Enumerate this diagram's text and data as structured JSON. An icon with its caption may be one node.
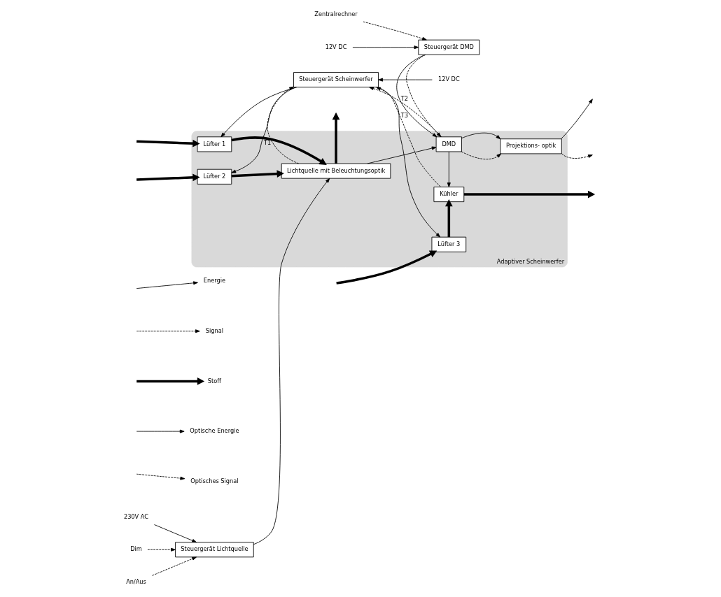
{
  "diagram": {
    "nodes": [
      {
        "text": [
          "Adaptiver Scheinwerfer"
        ]
      },
      {
        "text": [
          "Zentralrechner"
        ]
      },
      {
        "text": [
          "12V DC"
        ]
      },
      {
        "text": [
          "Steuergerät DMD"
        ]
      },
      {
        "text": [
          "230V AC"
        ]
      },
      {
        "text": [
          "Steuergerät Lichtquelle"
        ]
      },
      {
        "text": [
          "Lichtquelle mit Beleuchtungsoptik"
        ],
        "in": 0
      },
      {
        "text": [
          "DMD"
        ],
        "in": 0
      },
      {
        "text": [
          "Projektions- optik"
        ],
        "in": 0
      },
      {
        "text": [
          "Dim"
        ]
      },
      {
        "text": [
          "An/Aus"
        ]
      },
      {
        "text": [
          "Lüfter 1"
        ],
        "in": 0
      },
      {
        "text": [
          "Lüfter 2"
        ],
        "in": 0
      },
      {
        "text": [
          "Kühler"
        ],
        "in": 0
      },
      {
        "text": [
          "Lüfter 3"
        ],
        "in": 0
      },
      {
        "text": [
          "Steuergerät Scheinwerfer"
        ]
      },
      {
        "text": [
          "12V DC"
        ]
      }
    ],
    "edges": [
      {
        "from": 1,
        "to": 3,
        "arrow": "to",
        "style": "dashed"
      },
      {
        "from": 2,
        "to": 3,
        "arrow": "to"
      },
      {
        "from": 4,
        "to": 5,
        "arrow": "to"
      },
      {
        "from": 3,
        "to": 7,
        "arrow": "to",
        "style": "dashed"
      },
      {
        "from": 3,
        "to": 7,
        "arrow": "to"
      },
      {
        "from": 6,
        "to": null,
        "arrow": "to",
        "style": "thick"
      },
      {
        "from": 5,
        "to": 6,
        "arrow": "to"
      },
      {
        "from": 6,
        "to": 7,
        "arrow": "to"
      },
      {
        "from": 7,
        "to": 8,
        "arrow": "to"
      },
      {
        "from": 7,
        "to": 8,
        "arrow": "to",
        "style": "dashed"
      },
      {
        "from": 8,
        "to": null,
        "arrow": "to"
      },
      {
        "from": 8,
        "to": null,
        "arrow": "to",
        "style": "dashed"
      },
      {
        "from": 9,
        "to": 5,
        "arrow": "to",
        "style": "dashed"
      },
      {
        "from": 10,
        "to": 5,
        "arrow": "to",
        "style": "dashed"
      },
      {
        "from": 6,
        "to": 15,
        "arrow": "to",
        "style": "dashed",
        "label": "T1"
      },
      {
        "from": 7,
        "to": 15,
        "arrow": "to",
        "style": "dashed",
        "label": "T2"
      },
      {
        "from": 7,
        "to": 13,
        "arrow": "to"
      },
      {
        "from": null,
        "to": 11,
        "arrow": "to",
        "style": "thick"
      },
      {
        "from": 11,
        "to": 6,
        "arrow": "to",
        "style": "thick"
      },
      {
        "from": 15,
        "to": 11,
        "arrow": "to"
      },
      {
        "from": 13,
        "to": 15,
        "arrow": "to",
        "style": "dashed",
        "label": "T3"
      },
      {
        "from": 13,
        "to": null,
        "arrow": "to",
        "style": "thick"
      },
      {
        "from": null,
        "to": 12,
        "arrow": "to",
        "style": "thick"
      },
      {
        "from": 12,
        "to": 6,
        "arrow": "to",
        "style": "thick"
      },
      {
        "from": 15,
        "to": 12,
        "arrow": "to"
      },
      {
        "from": 14,
        "to": 13,
        "arrow": "to",
        "style": "thick"
      },
      {
        "from": 15,
        "to": 14,
        "arrow": "to"
      },
      {
        "from": null,
        "to": 14,
        "arrow": "to",
        "style": "thick"
      },
      {
        "from": 16,
        "to": 15,
        "arrow": "to"
      }
    ],
    "legend": [
      {
        "text": "Energie"
      },
      {
        "text": "Signal"
      },
      {
        "text": "Stoff"
      },
      {
        "text": "Optische Energie"
      },
      {
        "text": "Optisches Signal"
      }
    ]
  }
}
